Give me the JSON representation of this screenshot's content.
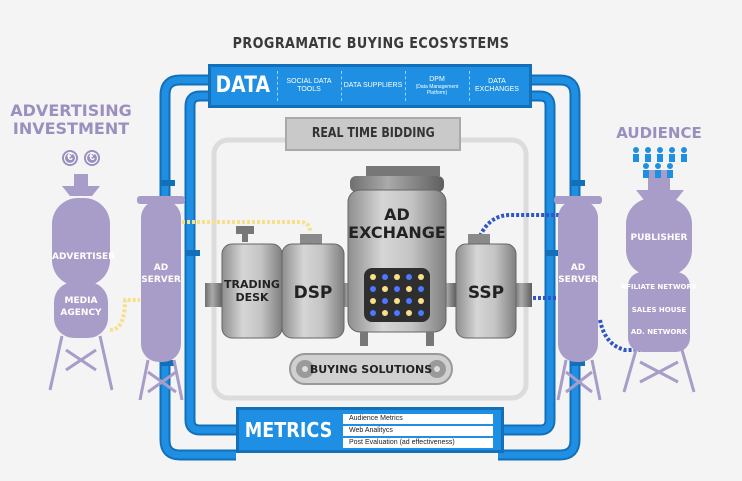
{
  "title": "PROGRAMATIC BUYING ECOSYSTEMS",
  "data_bar": {
    "label": "DATA",
    "items": [
      "SOCIAL DATA TOOLS",
      "DATA SUPPLIERS",
      "DPM",
      "(Data Management Platform)",
      "DATA EXCHANGES"
    ]
  },
  "rtb": "REAL TIME BIDDING",
  "left": {
    "title_line1": "ADVERTISING",
    "title_line2": "INVESTMENT",
    "currency": "€",
    "advertiser": "ADVERTISER",
    "agency_line1": "MEDIA",
    "agency_line2": "AGENCY",
    "ad_server_line1": "AD",
    "ad_server_line2": "SERVER"
  },
  "center": {
    "trading_line1": "TRADING",
    "trading_line2": "DESK",
    "dsp": "DSP",
    "exchange_line1": "AD",
    "exchange_line2": "EXCHANGE",
    "ssp": "SSP",
    "buying": "BUYING SOLUTIONS"
  },
  "right": {
    "title": "AUDIENCE",
    "ad_server_line1": "AD",
    "ad_server_line2": "SERVER",
    "publisher": "PUBLISHER",
    "affiliate": "AFILIATE NETWORK",
    "sales": "SALES HOUSE",
    "adnetwork": "AD. NETWORK"
  },
  "metrics": {
    "label": "METRICS",
    "items": [
      "Audience Metrics",
      "Web Analitycs",
      "Post Evaluation (ad effectiveness)"
    ]
  },
  "colors": {
    "pipe": "#1e8fe3",
    "tank": "#a89cc8",
    "steel": "#b8b8b8",
    "dot_yellow": "#f7e08a",
    "dot_blue": "#2f55c8"
  }
}
